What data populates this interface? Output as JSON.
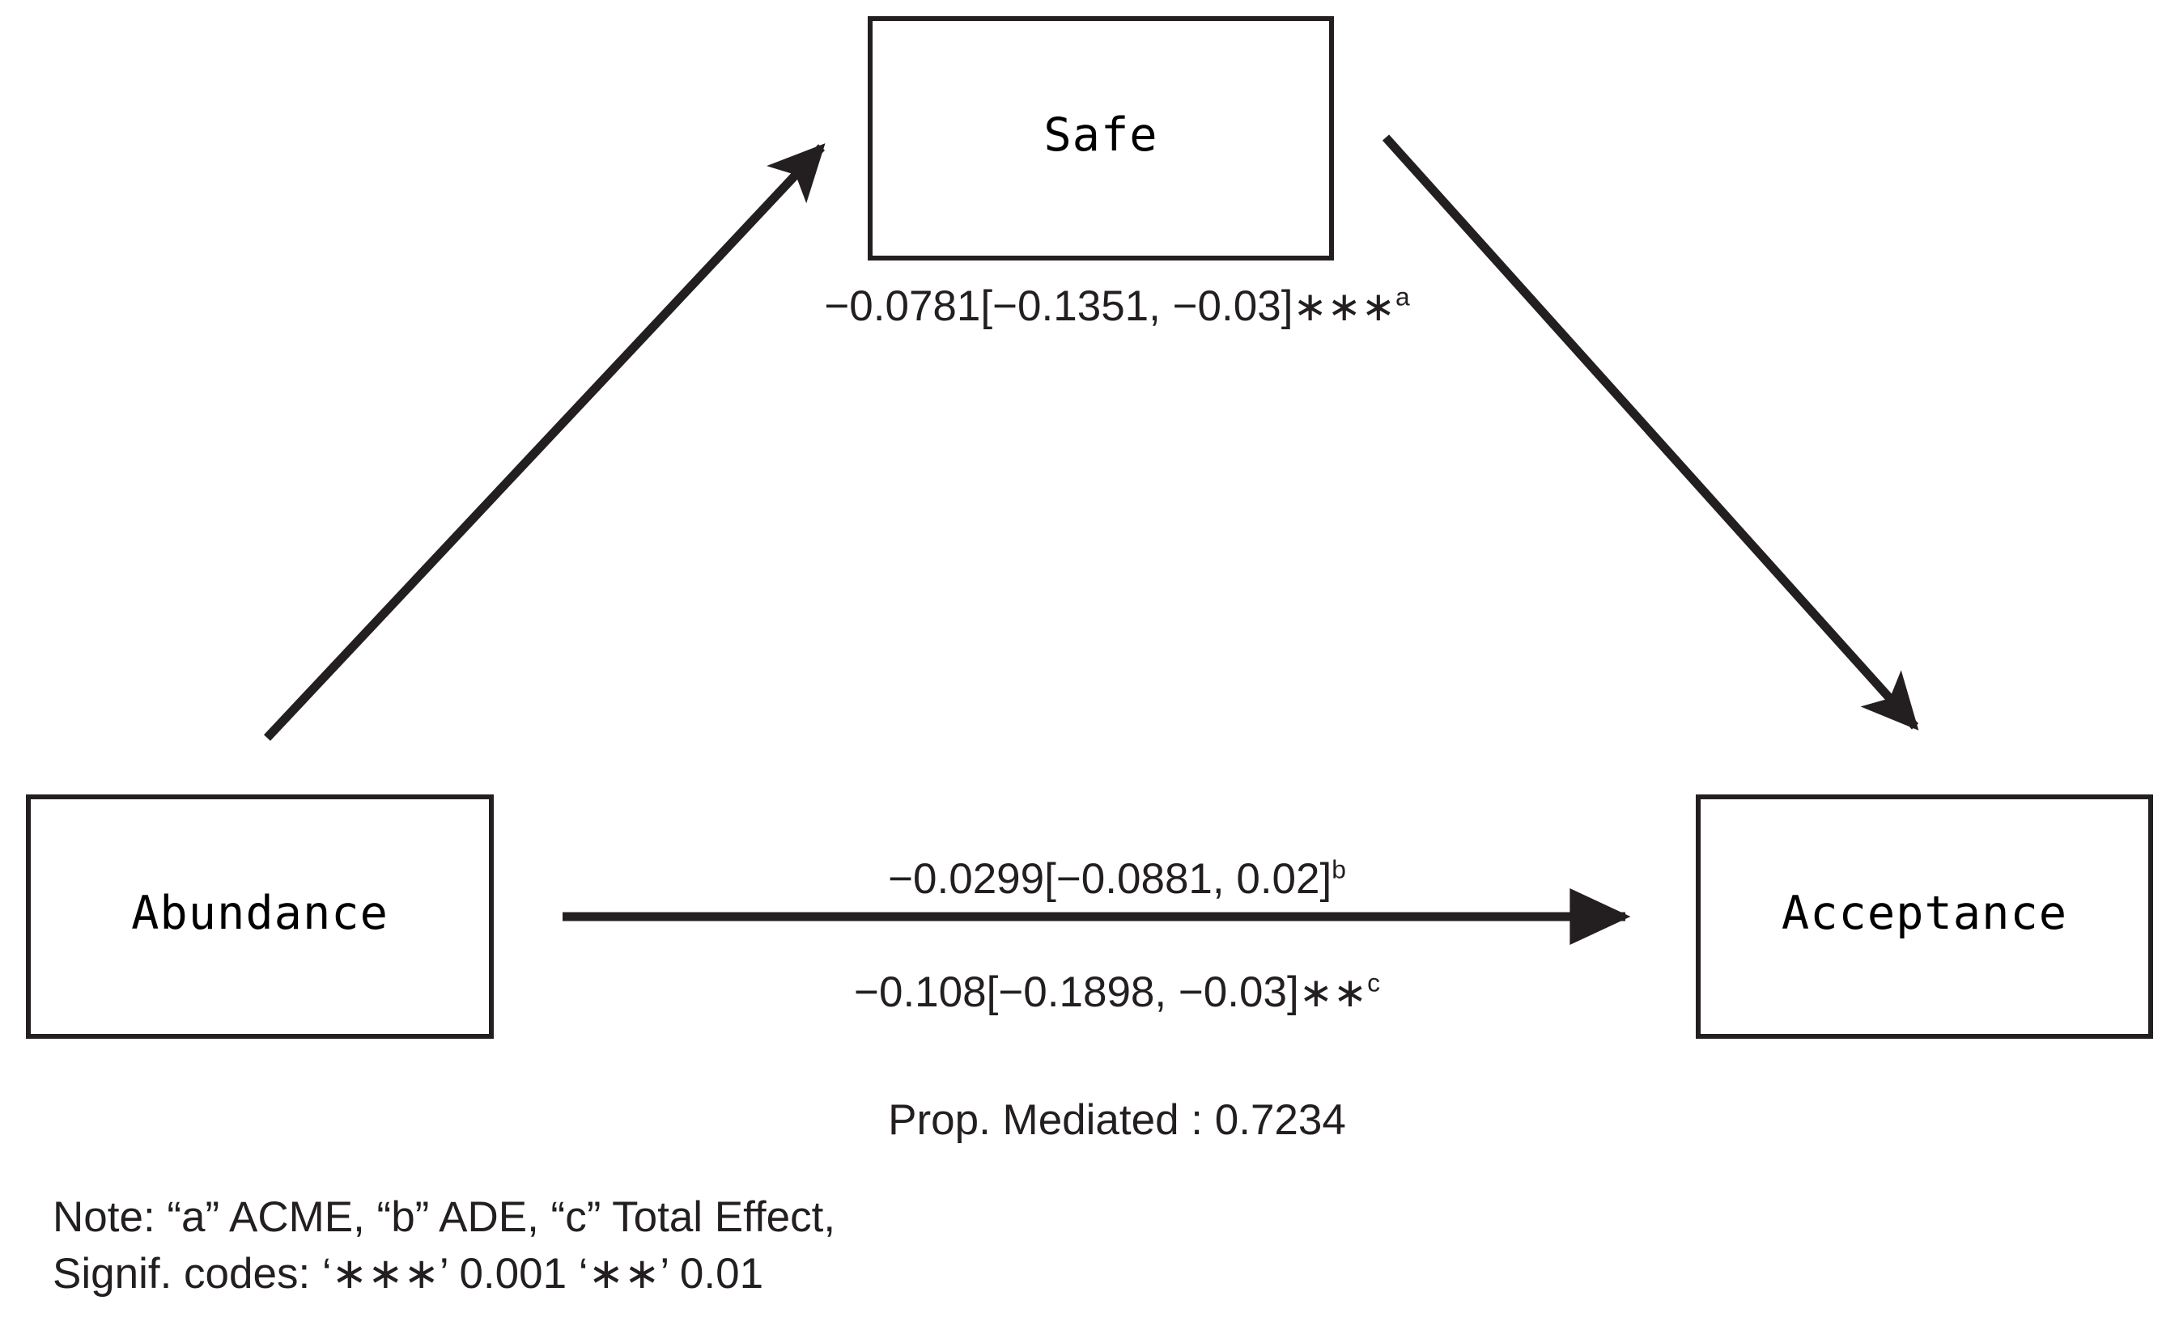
{
  "diagram": {
    "type": "mediation-path-diagram",
    "nodes": [
      {
        "id": "mediator",
        "label": "Safe"
      },
      {
        "id": "predictor",
        "label": "Abundance"
      },
      {
        "id": "outcome",
        "label": "Acceptance"
      }
    ],
    "paths": {
      "acme": {
        "from": "Abundance",
        "to": "Safe",
        "estimate": "−0.0781",
        "ci": "[−0.1351, −0.03]",
        "stars": "∗∗∗",
        "marker": "a",
        "full_label": "−0.0781[−0.1351, −0.03]∗∗∗a"
      },
      "ade": {
        "from": "Abundance",
        "to": "Acceptance",
        "estimate": "−0.0299",
        "ci": "[−0.0881, 0.02]",
        "stars": "",
        "marker": "b",
        "full_label": "−0.0299[−0.0881, 0.02]b"
      },
      "total": {
        "from": "Abundance",
        "to": "Acceptance",
        "estimate": "−0.108",
        "ci": "[−0.1898, −0.03]",
        "stars": "∗∗",
        "marker": "c",
        "full_label": "−0.108[−0.1898, −0.03]∗∗c"
      }
    },
    "prop_mediated": "Prop. Mediated : 0.7234",
    "note_line_1": "Note: “a” ACME, “b” ADE, “c” Total Effect,",
    "note_line_2": "Signif. codes: ‘∗∗∗’ 0.001 ‘∗∗’ 0.01",
    "colors": {
      "stroke": "#231f20",
      "text": "#231f20",
      "background": "#ffffff"
    }
  }
}
